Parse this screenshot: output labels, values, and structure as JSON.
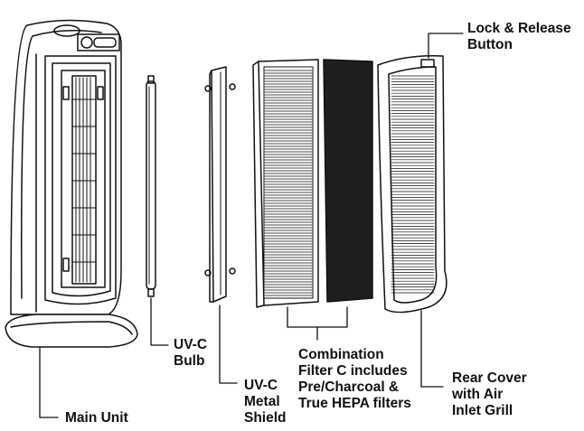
{
  "labels": {
    "lock_release": [
      "Lock & Release",
      "Button"
    ],
    "uvc_bulb": [
      "UV-C",
      "Bulb"
    ],
    "uvc_shield": [
      "UV-C",
      "Metal",
      "Shield"
    ],
    "combination_filter": [
      "Combination",
      "Filter C includes",
      "Pre/Charcoal &",
      "True HEPA filters"
    ],
    "rear_cover": [
      "Rear Cover",
      "with Air",
      "Inlet Grill"
    ],
    "main_unit": [
      "Main Unit"
    ]
  },
  "colors": {
    "line": "#111111",
    "charcoal": "#1e1e1e",
    "background": "#ffffff"
  },
  "components": [
    "main-unit",
    "uv-c-bulb",
    "uv-c-metal-shield",
    "hepa-filter",
    "charcoal-filter",
    "rear-cover"
  ]
}
